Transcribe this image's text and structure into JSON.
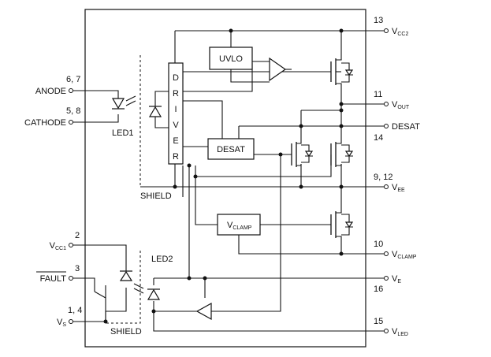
{
  "pins": {
    "vcc2": {
      "num": "13",
      "name": "V",
      "sub": "CC2"
    },
    "vout": {
      "num": "11",
      "name": "V",
      "sub": "OUT"
    },
    "desat": {
      "num": "14",
      "name": "DESAT"
    },
    "vee": {
      "num": "9, 12",
      "name": "V",
      "sub": "EE"
    },
    "vclamp": {
      "num": "10",
      "name": "V",
      "sub": "CLAMP"
    },
    "ve": {
      "num": "16",
      "name": "V",
      "sub": "E"
    },
    "vled": {
      "num": "15",
      "name": "V",
      "sub": "LED"
    },
    "anode": {
      "num": "6, 7",
      "name": "ANODE"
    },
    "cathode": {
      "num": "5, 8",
      "name": "CATHODE"
    },
    "vcc1": {
      "num": "2",
      "name": "V",
      "sub": "CC1"
    },
    "fault": {
      "num": "3",
      "name": "FAULT"
    },
    "vs": {
      "num": "1, 4",
      "name": "V",
      "sub": "S"
    }
  },
  "blocks": {
    "uvlo": "UVLO",
    "desat": "DESAT",
    "vclamp": {
      "name": "V",
      "sub": "CLAMP"
    },
    "driver_letters": [
      "D",
      "R",
      "I",
      "V",
      "E",
      "R"
    ]
  },
  "labels": {
    "led1": "LED1",
    "led2": "LED2",
    "shield_top": "SHIELD",
    "shield_bottom": "SHIELD"
  }
}
